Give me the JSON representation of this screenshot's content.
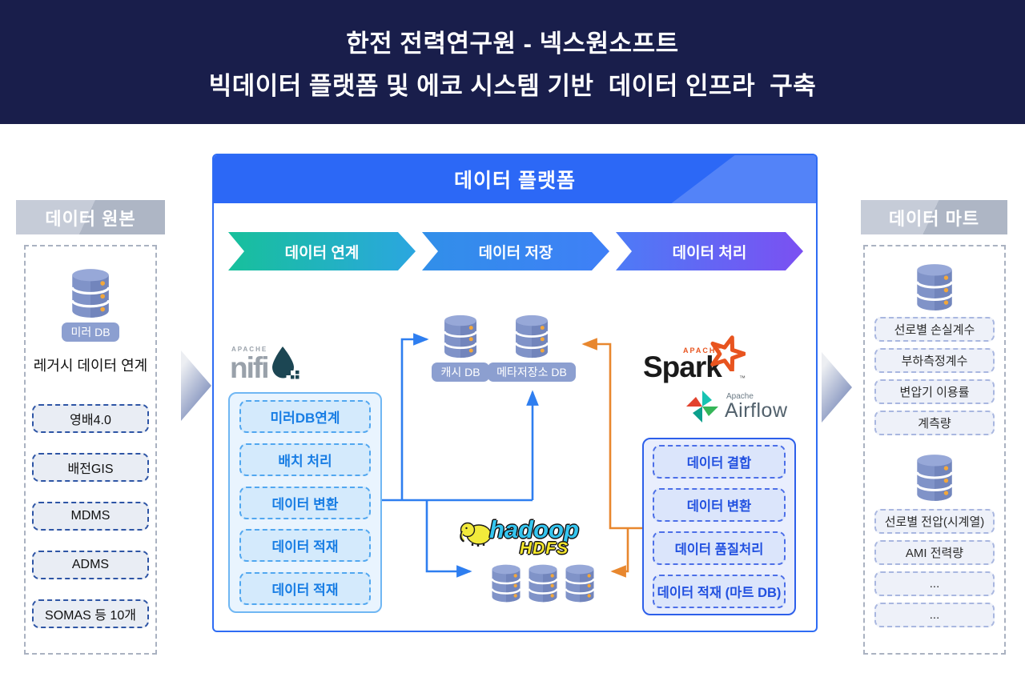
{
  "banner": {
    "line1": "한전 전력연구원 - 넥스원소프트",
    "line2": "빅데이터 플랫폼 및 에코 시스템 기반  데이터 인프라  구축"
  },
  "source_column": {
    "header": "데이터 원본",
    "db_badge": "미러 DB",
    "caption": "레거시 데이터 연계",
    "items": [
      "영배4.0",
      "배전GIS",
      "MDMS",
      "ADMS",
      "SOMAS 등 10개"
    ]
  },
  "platform": {
    "header": "데이터 플랫폼",
    "stages": [
      "데이터 연계",
      "데이터 저장",
      "데이터 처리"
    ],
    "nifi_logo": {
      "apache": "APACHE",
      "name": "nifi"
    },
    "ingest_steps": [
      "미러DB연계",
      "배치 처리",
      "데이터 변환",
      "데이터 적재",
      "데이터 적재"
    ],
    "cache_db_label": "캐시 DB",
    "meta_db_label": "메타저장소 DB",
    "spark_logo": {
      "apache": "APACHE",
      "name": "Spark",
      "tm": "™"
    },
    "airflow_logo": {
      "apache": "Apache",
      "name": "Airflow"
    },
    "hadoop_logo": {
      "name": "hadoop",
      "sub": "HDFS"
    },
    "processing_steps": [
      "데이터 결합",
      "데이터 변환",
      "데이터 품질처리",
      "데이터 적재 (마트 DB)"
    ]
  },
  "mart_column": {
    "header": "데이터 마트",
    "group1": [
      "선로별 손실계수",
      "부하측정계수",
      "변압기 이용률",
      "계측량"
    ],
    "group2": [
      "선로별 전압(시계열)",
      "AMI 전력량",
      "...",
      "..."
    ]
  },
  "colors": {
    "banner_bg": "#191e4b",
    "platform_blue": "#2c68f6",
    "stage_link": [
      "#17c09b",
      "#2ba6e0"
    ],
    "stage_store": [
      "#318fe9",
      "#3f7ff7"
    ],
    "stage_process": [
      "#4d7bf6",
      "#7b50f2"
    ],
    "flow_blue": "#2e7ef0",
    "flow_orange": "#e8872e",
    "db_body": "#8093c8",
    "db_dot": "#f3a73a"
  }
}
